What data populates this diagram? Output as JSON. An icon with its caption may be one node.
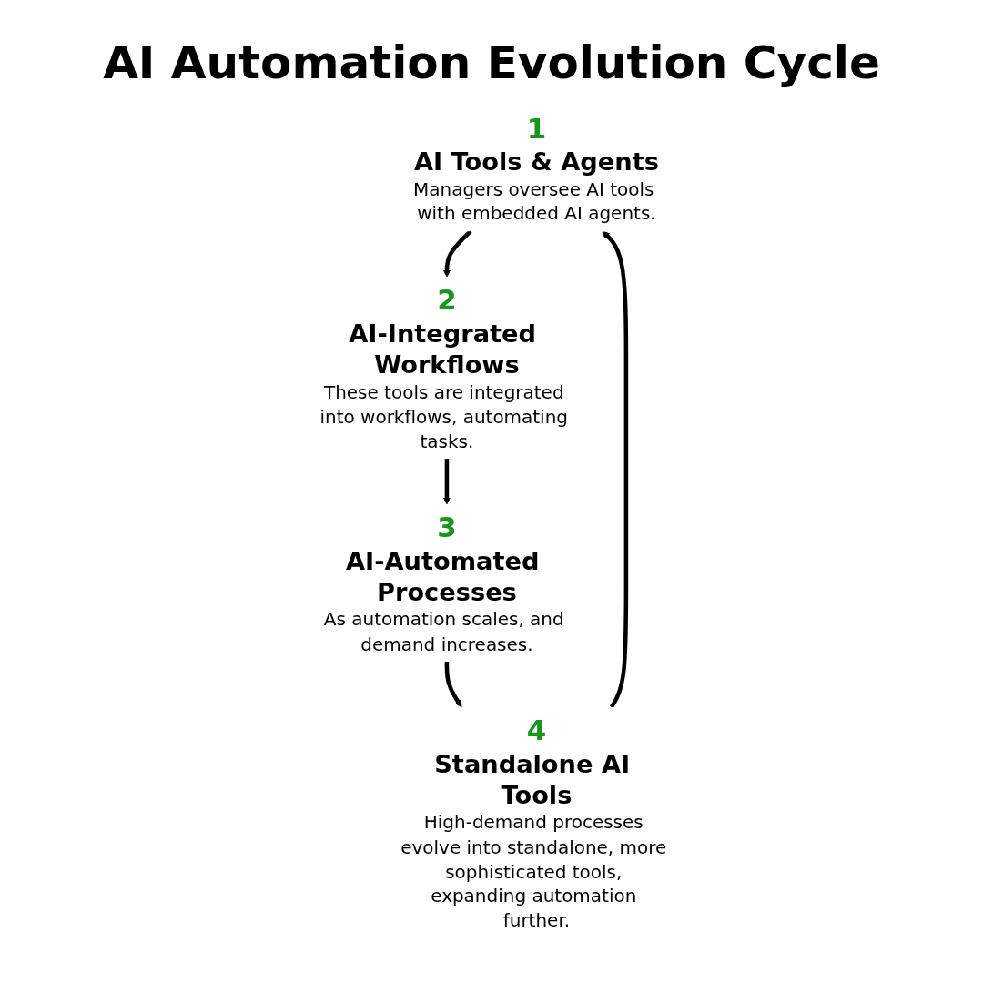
{
  "diagram": {
    "title": "AI Automation Evolution Cycle",
    "nodes": [
      {
        "text": [
          "1",
          "AI Tools & Agents",
          "Managers oversee AI tools with embedded AI agents."
        ]
      },
      {
        "text": [
          "2",
          "AI-Integrated Workflows",
          "These tools are integrated into workflows, automating tasks."
        ]
      },
      {
        "text": [
          "3",
          "AI-Automated Processes",
          "As automation scales, and demand increases."
        ]
      },
      {
        "text": [
          "4",
          "Standalone AI Tools",
          "High-demand processes evolve into standalone, more sophisticated tools, expanding automation further."
        ]
      }
    ],
    "edges": [
      {
        "from": 0,
        "to": 1,
        "arrow": "to"
      },
      {
        "from": 1,
        "to": 2,
        "arrow": "to"
      },
      {
        "from": 2,
        "to": 3,
        "arrow": "to"
      },
      {
        "from": 3,
        "to": 0,
        "arrow": "to"
      }
    ]
  }
}
